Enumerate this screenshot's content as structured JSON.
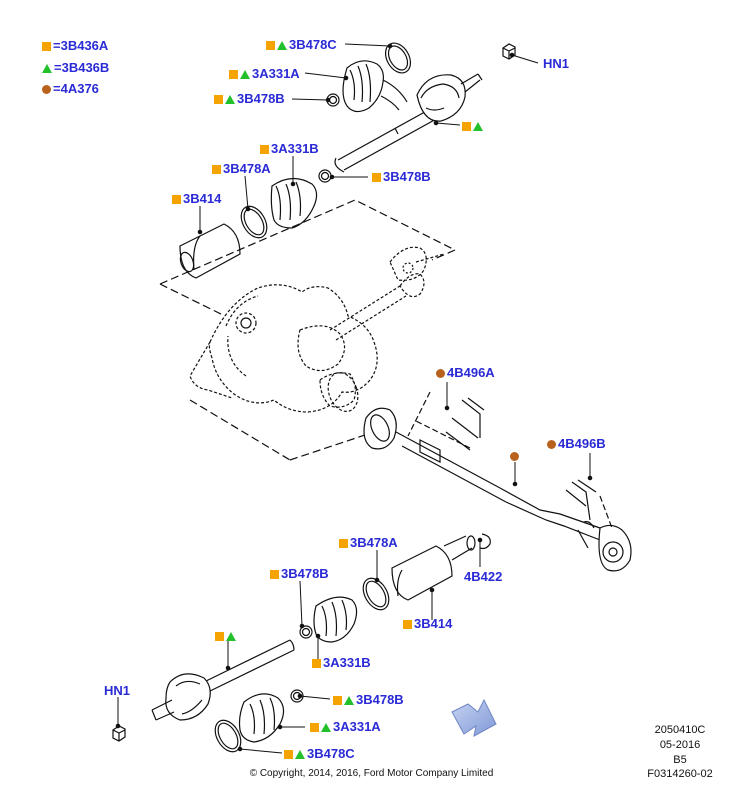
{
  "legend": [
    {
      "symbol": "square",
      "text": "=3B436A"
    },
    {
      "symbol": "triangle",
      "text": "=3B436B"
    },
    {
      "symbol": "dot",
      "text": "=4A376"
    }
  ],
  "callouts": {
    "top_3b478c": "3B478C",
    "top_3a331a": "3A331A",
    "top_3b478b": "3B478B",
    "top_hn1": "HN1",
    "upper_3a331b": "3A331B",
    "upper_3b478a": "3B478A",
    "upper_3b414": "3B414",
    "upper_3b478b": "3B478B",
    "mid_4b496a": "4B496A",
    "mid_4b496b": "4B496B",
    "low_3b478a": "3B478A",
    "low_3b478b": "3B478B",
    "low_4b422": "4B422",
    "low_3b414": "3B414",
    "low_3a331b": "3A331B",
    "bot_hn1": "HN1",
    "bot_3b478b": "3B478B",
    "bot_3a331a": "3A331A",
    "bot_3b478c": "3B478C"
  },
  "colors": {
    "label": "#2a2ad6",
    "square": "#f5a300",
    "triangle": "#22c02a",
    "dot": "#b8621d",
    "arrow": "#9fb4e6"
  },
  "meta": {
    "code": "2050410C",
    "date": "05-2016",
    "rev": "B5",
    "fig": "F0314260-02"
  },
  "copyright": "© Copyright, 2014, 2016, Ford Motor Company Limited"
}
